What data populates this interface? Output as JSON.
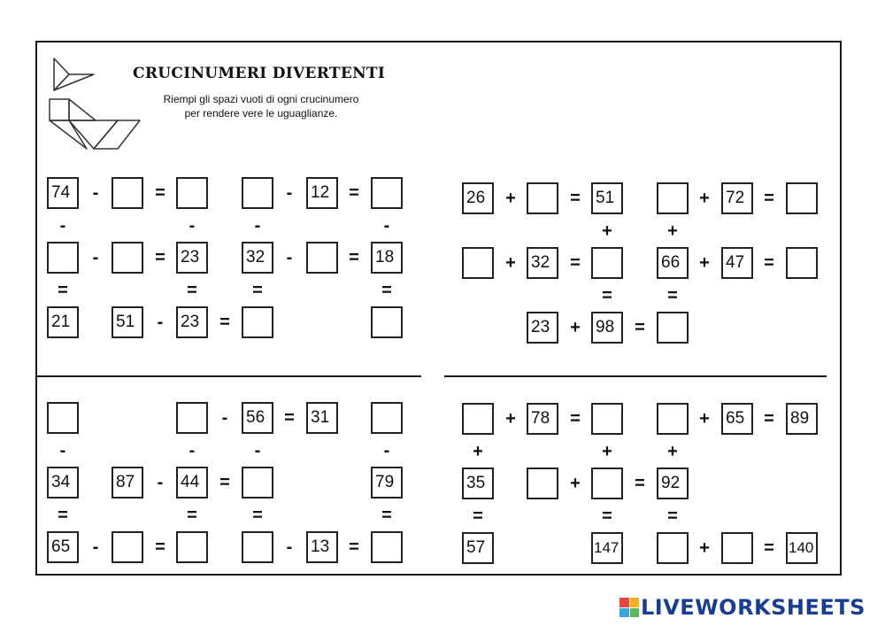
{
  "header": {
    "title": "CRUCINUMERI DIVERTENTI",
    "instructions_line1": "Riempi gli spazi vuoti di ogni crucinumero",
    "instructions_line2": "per rendere vere le uguaglianze."
  },
  "brand": {
    "name": "LIVEWORKSHEETS",
    "colors": [
      "#e8463c",
      "#f5b21f",
      "#3aa6dc",
      "#5cb85c"
    ],
    "text_color": "#1b3d8f"
  },
  "puzzles": [
    {
      "id": "puzzle-1",
      "cells": [
        {
          "c": 0,
          "r": 0,
          "v": "74"
        },
        {
          "c": 1,
          "r": 0,
          "op": "-"
        },
        {
          "c": 2,
          "r": 0,
          "v": ""
        },
        {
          "c": 3,
          "r": 0,
          "op": "="
        },
        {
          "c": 4,
          "r": 0,
          "v": ""
        },
        {
          "c": 6,
          "r": 0,
          "v": ""
        },
        {
          "c": 7,
          "r": 0,
          "op": "-"
        },
        {
          "c": 8,
          "r": 0,
          "v": "12"
        },
        {
          "c": 9,
          "r": 0,
          "op": "="
        },
        {
          "c": 10,
          "r": 0,
          "v": ""
        },
        {
          "c": 0,
          "r": 1,
          "op": "-"
        },
        {
          "c": 4,
          "r": 1,
          "op": "-"
        },
        {
          "c": 6,
          "r": 1,
          "op": "-"
        },
        {
          "c": 10,
          "r": 1,
          "op": "-"
        },
        {
          "c": 0,
          "r": 2,
          "v": ""
        },
        {
          "c": 1,
          "r": 2,
          "op": "-"
        },
        {
          "c": 2,
          "r": 2,
          "v": ""
        },
        {
          "c": 3,
          "r": 2,
          "op": "="
        },
        {
          "c": 4,
          "r": 2,
          "v": "23"
        },
        {
          "c": 6,
          "r": 2,
          "v": "32"
        },
        {
          "c": 7,
          "r": 2,
          "op": "-"
        },
        {
          "c": 8,
          "r": 2,
          "v": ""
        },
        {
          "c": 9,
          "r": 2,
          "op": "="
        },
        {
          "c": 10,
          "r": 2,
          "v": "18"
        },
        {
          "c": 0,
          "r": 3,
          "op": "="
        },
        {
          "c": 4,
          "r": 3,
          "op": "="
        },
        {
          "c": 6,
          "r": 3,
          "op": "="
        },
        {
          "c": 10,
          "r": 3,
          "op": "="
        },
        {
          "c": 0,
          "r": 4,
          "v": "21"
        },
        {
          "c": 2,
          "r": 4,
          "v": "51"
        },
        {
          "c": 3,
          "r": 4,
          "op": "-"
        },
        {
          "c": 4,
          "r": 4,
          "v": "23"
        },
        {
          "c": 5,
          "r": 4,
          "op": "="
        },
        {
          "c": 6,
          "r": 4,
          "v": ""
        },
        {
          "c": 10,
          "r": 4,
          "v": ""
        }
      ]
    },
    {
      "id": "puzzle-2",
      "cells": [
        {
          "c": 0,
          "r": 0,
          "v": "26"
        },
        {
          "c": 1,
          "r": 0,
          "op": "+"
        },
        {
          "c": 2,
          "r": 0,
          "v": ""
        },
        {
          "c": 3,
          "r": 0,
          "op": "="
        },
        {
          "c": 4,
          "r": 0,
          "v": "51"
        },
        {
          "c": 6,
          "r": 0,
          "v": ""
        },
        {
          "c": 7,
          "r": 0,
          "op": "+"
        },
        {
          "c": 8,
          "r": 0,
          "v": "72"
        },
        {
          "c": 9,
          "r": 0,
          "op": "="
        },
        {
          "c": 10,
          "r": 0,
          "v": ""
        },
        {
          "c": 4,
          "r": 1,
          "op": "+"
        },
        {
          "c": 6,
          "r": 1,
          "op": "+"
        },
        {
          "c": 0,
          "r": 2,
          "v": ""
        },
        {
          "c": 1,
          "r": 2,
          "op": "+"
        },
        {
          "c": 2,
          "r": 2,
          "v": "32"
        },
        {
          "c": 3,
          "r": 2,
          "op": "="
        },
        {
          "c": 4,
          "r": 2,
          "v": ""
        },
        {
          "c": 6,
          "r": 2,
          "v": "66"
        },
        {
          "c": 7,
          "r": 2,
          "op": "+"
        },
        {
          "c": 8,
          "r": 2,
          "v": "47"
        },
        {
          "c": 9,
          "r": 2,
          "op": "="
        },
        {
          "c": 10,
          "r": 2,
          "v": ""
        },
        {
          "c": 4,
          "r": 3,
          "op": "="
        },
        {
          "c": 6,
          "r": 3,
          "op": "="
        },
        {
          "c": 2,
          "r": 4,
          "v": "23"
        },
        {
          "c": 3,
          "r": 4,
          "op": "+"
        },
        {
          "c": 4,
          "r": 4,
          "v": "98"
        },
        {
          "c": 5,
          "r": 4,
          "op": "="
        },
        {
          "c": 6,
          "r": 4,
          "v": ""
        }
      ]
    },
    {
      "id": "puzzle-3",
      "cells": [
        {
          "c": 0,
          "r": 0,
          "v": ""
        },
        {
          "c": 4,
          "r": 0,
          "v": ""
        },
        {
          "c": 5,
          "r": 0,
          "op": "-"
        },
        {
          "c": 6,
          "r": 0,
          "v": "56"
        },
        {
          "c": 7,
          "r": 0,
          "op": "="
        },
        {
          "c": 8,
          "r": 0,
          "v": "31"
        },
        {
          "c": 10,
          "r": 0,
          "v": ""
        },
        {
          "c": 0,
          "r": 1,
          "op": "-"
        },
        {
          "c": 4,
          "r": 1,
          "op": "-"
        },
        {
          "c": 6,
          "r": 1,
          "op": "-"
        },
        {
          "c": 10,
          "r": 1,
          "op": "-"
        },
        {
          "c": 0,
          "r": 2,
          "v": "34"
        },
        {
          "c": 2,
          "r": 2,
          "v": "87"
        },
        {
          "c": 3,
          "r": 2,
          "op": "-"
        },
        {
          "c": 4,
          "r": 2,
          "v": "44"
        },
        {
          "c": 5,
          "r": 2,
          "op": "="
        },
        {
          "c": 6,
          "r": 2,
          "v": ""
        },
        {
          "c": 10,
          "r": 2,
          "v": "79"
        },
        {
          "c": 0,
          "r": 3,
          "op": "="
        },
        {
          "c": 4,
          "r": 3,
          "op": "="
        },
        {
          "c": 6,
          "r": 3,
          "op": "="
        },
        {
          "c": 10,
          "r": 3,
          "op": "="
        },
        {
          "c": 0,
          "r": 4,
          "v": "65"
        },
        {
          "c": 1,
          "r": 4,
          "op": "-"
        },
        {
          "c": 2,
          "r": 4,
          "v": ""
        },
        {
          "c": 3,
          "r": 4,
          "op": "="
        },
        {
          "c": 4,
          "r": 4,
          "v": ""
        },
        {
          "c": 6,
          "r": 4,
          "v": ""
        },
        {
          "c": 7,
          "r": 4,
          "op": "-"
        },
        {
          "c": 8,
          "r": 4,
          "v": "13"
        },
        {
          "c": 9,
          "r": 4,
          "op": "="
        },
        {
          "c": 10,
          "r": 4,
          "v": ""
        }
      ]
    },
    {
      "id": "puzzle-4",
      "cells": [
        {
          "c": 0,
          "r": 0,
          "v": ""
        },
        {
          "c": 1,
          "r": 0,
          "op": "+"
        },
        {
          "c": 2,
          "r": 0,
          "v": "78"
        },
        {
          "c": 3,
          "r": 0,
          "op": "="
        },
        {
          "c": 4,
          "r": 0,
          "v": ""
        },
        {
          "c": 6,
          "r": 0,
          "v": ""
        },
        {
          "c": 7,
          "r": 0,
          "op": "+"
        },
        {
          "c": 8,
          "r": 0,
          "v": "65"
        },
        {
          "c": 9,
          "r": 0,
          "op": "="
        },
        {
          "c": 10,
          "r": 0,
          "v": "89"
        },
        {
          "c": 0,
          "r": 1,
          "op": "+"
        },
        {
          "c": 4,
          "r": 1,
          "op": "+"
        },
        {
          "c": 6,
          "r": 1,
          "op": "+"
        },
        {
          "c": 0,
          "r": 2,
          "v": "35"
        },
        {
          "c": 2,
          "r": 2,
          "v": ""
        },
        {
          "c": 3,
          "r": 2,
          "op": "+"
        },
        {
          "c": 4,
          "r": 2,
          "v": ""
        },
        {
          "c": 5,
          "r": 2,
          "op": "="
        },
        {
          "c": 6,
          "r": 2,
          "v": "92"
        },
        {
          "c": 0,
          "r": 3,
          "op": "="
        },
        {
          "c": 4,
          "r": 3,
          "op": "="
        },
        {
          "c": 6,
          "r": 3,
          "op": "="
        },
        {
          "c": 0,
          "r": 4,
          "v": "57"
        },
        {
          "c": 4,
          "r": 4,
          "v": "147"
        },
        {
          "c": 6,
          "r": 4,
          "v": ""
        },
        {
          "c": 7,
          "r": 4,
          "op": "+"
        },
        {
          "c": 8,
          "r": 4,
          "v": ""
        },
        {
          "c": 9,
          "r": 4,
          "op": "="
        },
        {
          "c": 10,
          "r": 4,
          "v": "140"
        }
      ]
    }
  ]
}
